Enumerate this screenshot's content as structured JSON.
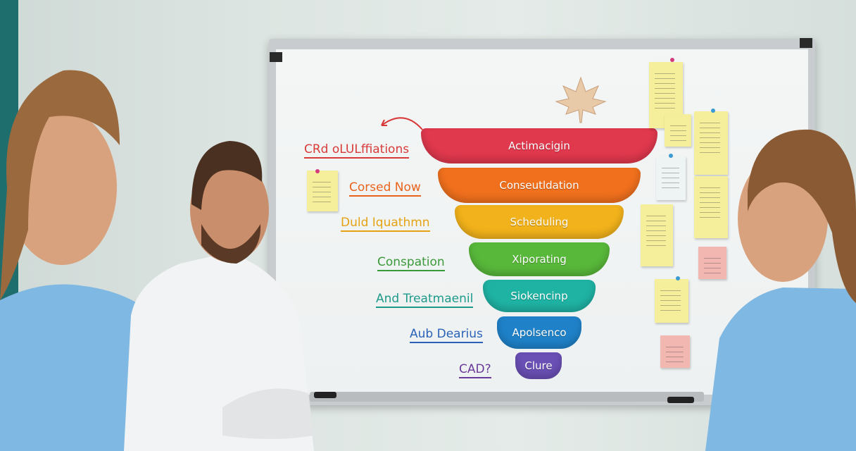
{
  "board": {
    "funnel": [
      {
        "text": "Actimacigin",
        "color": "#e0384d"
      },
      {
        "text": "Conseutldation",
        "color": "#f0701d"
      },
      {
        "text": "Scheduling",
        "color": "#f2b21b"
      },
      {
        "text": "Xiporating",
        "color": "#58b83a"
      },
      {
        "text": "Siokencinp",
        "color": "#1fb3a4"
      },
      {
        "text": "Apolsenco",
        "color": "#1f82c9"
      },
      {
        "text": "Clure",
        "color": "#6a4fb5"
      }
    ],
    "labels": [
      {
        "text": "CRd oLULffiations",
        "color": "#d83a3a"
      },
      {
        "text": "Corsed Now",
        "color": "#e8631c"
      },
      {
        "text": "Duld Iquathmn",
        "color": "#e5a213"
      },
      {
        "text": "Conspation",
        "color": "#3a9a3a"
      },
      {
        "text": "And Treatmaenil",
        "color": "#1e9a8a"
      },
      {
        "text": "Aub Dearius",
        "color": "#2a62b8"
      },
      {
        "text": "CAD?",
        "color": "#6a3a9a"
      }
    ]
  }
}
